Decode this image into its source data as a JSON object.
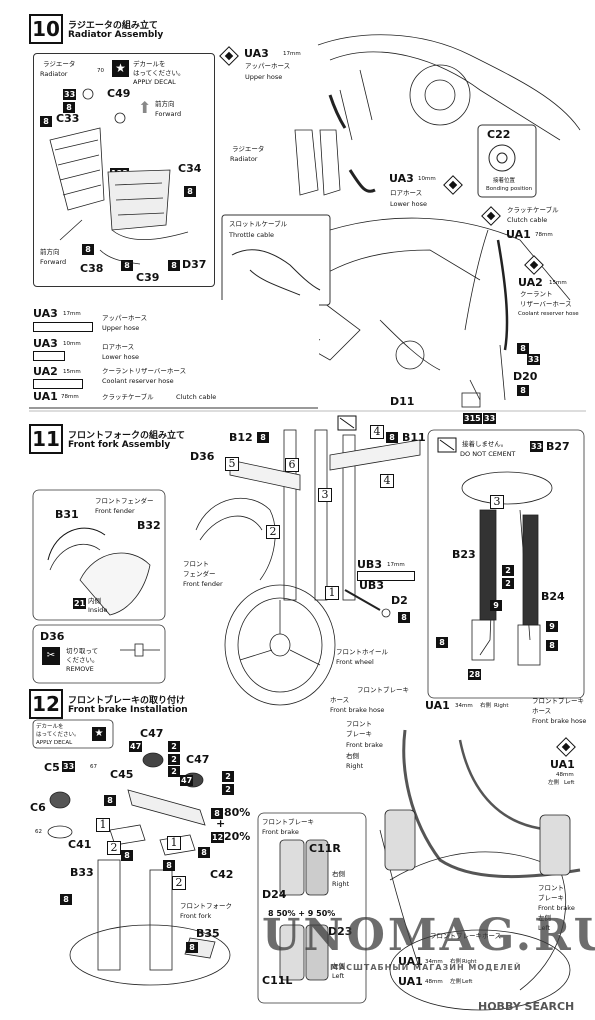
{
  "step10": {
    "num": "10",
    "title_jp": "ラジエータの組み立て",
    "title_en": "Radiator Assembly",
    "inset": {
      "radiator_jp": "ラジエータ",
      "radiator_en": "Radiator",
      "decal_num": "70",
      "decal_jp1": "デカールを",
      "decal_jp2": "はってください。",
      "decal_en": "APPLY DECAL",
      "c49": "C49",
      "c33": "C33",
      "c34": "C34",
      "c38": "C38",
      "c39": "C39",
      "d37": "D37",
      "fwd_jp": "前方向",
      "fwd_en": "Forward",
      "fwd2_jp": "前方向",
      "fwd2_en": "Forward",
      "n33": "33",
      "n8a": "8",
      "n8b": "8",
      "n8c": "8",
      "n8d": "8",
      "n8e": "8",
      "n138": "138"
    },
    "ua3_top": {
      "code": "UA3",
      "size": "17mm",
      "jp": "アッパーホース",
      "en": "Upper hose"
    },
    "ua3_low": {
      "code": "UA3",
      "size": "10mm",
      "jp": "ロアホース",
      "en": "Lower hose"
    },
    "radiator_main_jp": "ラジエータ",
    "radiator_main_en": "Radiator",
    "c22": {
      "code": "C22",
      "jp": "接着位置",
      "en": "Bonding position"
    },
    "throttle": {
      "jp": "スロットルケーブル",
      "en": "Throttle cable"
    },
    "clutch": {
      "jp": "クラッチケーブル",
      "en": "Clutch cable",
      "code": "UA1",
      "size": "78mm"
    },
    "ua2": {
      "code": "UA2",
      "size": "15mm",
      "jp1": "クーラント",
      "jp2": "リザーバーホース",
      "en": "Coolant reserver hose"
    },
    "d20": "D20",
    "d11": "D11",
    "nums": {
      "a": "8",
      "b": "33",
      "c": "8",
      "d": "315",
      "e": "33"
    },
    "legend": [
      {
        "code": "UA3",
        "size": "17mm",
        "jp": "アッパーホース",
        "en": "Upper hose"
      },
      {
        "code": "UA3",
        "size": "10mm",
        "jp": "ロアホース",
        "en": "Lower hose"
      },
      {
        "code": "UA2",
        "size": "15mm",
        "jp": "クーラントリザーバーホース",
        "en": "Coolant reserver hose"
      },
      {
        "code": "UA1",
        "size": "78mm",
        "jp": "クラッチケーブル",
        "en": "Clutch cable"
      }
    ]
  },
  "step11": {
    "num": "11",
    "title_jp": "フロントフォークの組み立て",
    "title_en": "Front fork Assembly",
    "b12": "B12",
    "b12n": "8",
    "d36": "D36",
    "b11": "B11",
    "b11n": "8",
    "sq": [
      "4",
      "5",
      "6",
      "4",
      "3",
      "2",
      "1"
    ],
    "fender_main_jp": "フロント",
    "fender_main_jp2": "フェンダー",
    "fender_main_en": "Front fender",
    "ub3a": {
      "code": "UB3",
      "size": "17mm"
    },
    "ub3b": "UB3",
    "d2": "D2",
    "d2n": "8",
    "wheel_jp": "フロントホイール",
    "wheel_en": "Front wheel",
    "fender_inset": {
      "jp": "フロントフェンダー",
      "en": "Front fender",
      "b31": "B31",
      "b32": "B32",
      "inside_jp": "内側",
      "inside_en": "Inside",
      "n21": "21"
    },
    "d36box": {
      "code": "D36",
      "jp1": "切り取って",
      "jp2": "ください。",
      "en": "REMOVE"
    },
    "nocement": {
      "jp": "接着しません。",
      "en": "DO NOT CEMENT",
      "code": "B27",
      "n33": "33"
    },
    "b23": "B23",
    "b24": "B24",
    "sq3": "3",
    "fork_nums": [
      "2",
      "2",
      "9",
      "9",
      "8",
      "8",
      "28"
    ]
  },
  "step12": {
    "num": "12",
    "title_jp": "フロントブレーキの取り付け",
    "title_en": "Front brake Installation",
    "decal_jp1": "デカールを",
    "decal_jp2": "はってください。",
    "decal_en": "APPLY DECAL",
    "c47a": "C47",
    "c47b": "C47",
    "c45": "C45",
    "c5": "C5",
    "c5n": "33",
    "n67": "67",
    "c6": "C6",
    "n62": "62",
    "c41": "C41",
    "c42": "C42",
    "b33": "B33",
    "b35": "B35",
    "pct80": "80%",
    "pct20": "20%",
    "plus": "+",
    "n12": "12",
    "nums": [
      "47",
      "2",
      "2",
      "2",
      "47",
      "2",
      "2",
      "8",
      "8",
      "8",
      "8",
      "8",
      "8",
      "8"
    ],
    "sq": [
      "1",
      "2",
      "1",
      "2"
    ],
    "fork_jp": "フロントフォーク",
    "fork_en": "Front fork",
    "brake_inset": {
      "jp": "フロントブレーキ",
      "en": "Front brake",
      "c11r": "C11R",
      "right_jp": "右側",
      "right_en": "Right",
      "d24": "D24",
      "mix": "8 50% + 9 50%",
      "d23": "D23",
      "c11l": "C11L",
      "left_jp": "左側",
      "left_en": "Left"
    },
    "hose_label": {
      "jp1": "フロントブレーキ",
      "jp2": "ホース",
      "en": "Front brake hose"
    },
    "ua1_34": {
      "code": "UA1",
      "size": "34mm",
      "jp": "右側",
      "en": "Right"
    },
    "right_brake": {
      "jp1": "フロント",
      "jp2": "ブレーキ",
      "jp3": "右側",
      "en1": "Front brake",
      "en2": "Right"
    },
    "hose_label_r": {
      "jp1": "フロントブレーキ",
      "jp2": "ホース",
      "en": "Front brake hose"
    },
    "ua1_48": {
      "code": "UA1",
      "size": "48mm",
      "jp": "左側",
      "en": "Left"
    },
    "left_brake": {
      "jp1": "フロント",
      "jp2": "ブレーキ",
      "jp3": "左側",
      "en1": "Front brake",
      "en2": "Left"
    },
    "bot_ua1a": {
      "code": "UA1",
      "size": "34mm",
      "jp": "右側",
      "en": "Right"
    },
    "bot_ua1b": {
      "code": "UA1",
      "size": "48mm",
      "jp": "左側",
      "en": "Left"
    },
    "bot_hose": "フロントブレーキホース"
  },
  "watermark": {
    "main": "UNOMAG.RU",
    "sub": "МАСШТАБНЫЙ МАГАЗИН МОДЕЛЕЙ"
  },
  "hobbysearch": "HOBBY SEARCH"
}
